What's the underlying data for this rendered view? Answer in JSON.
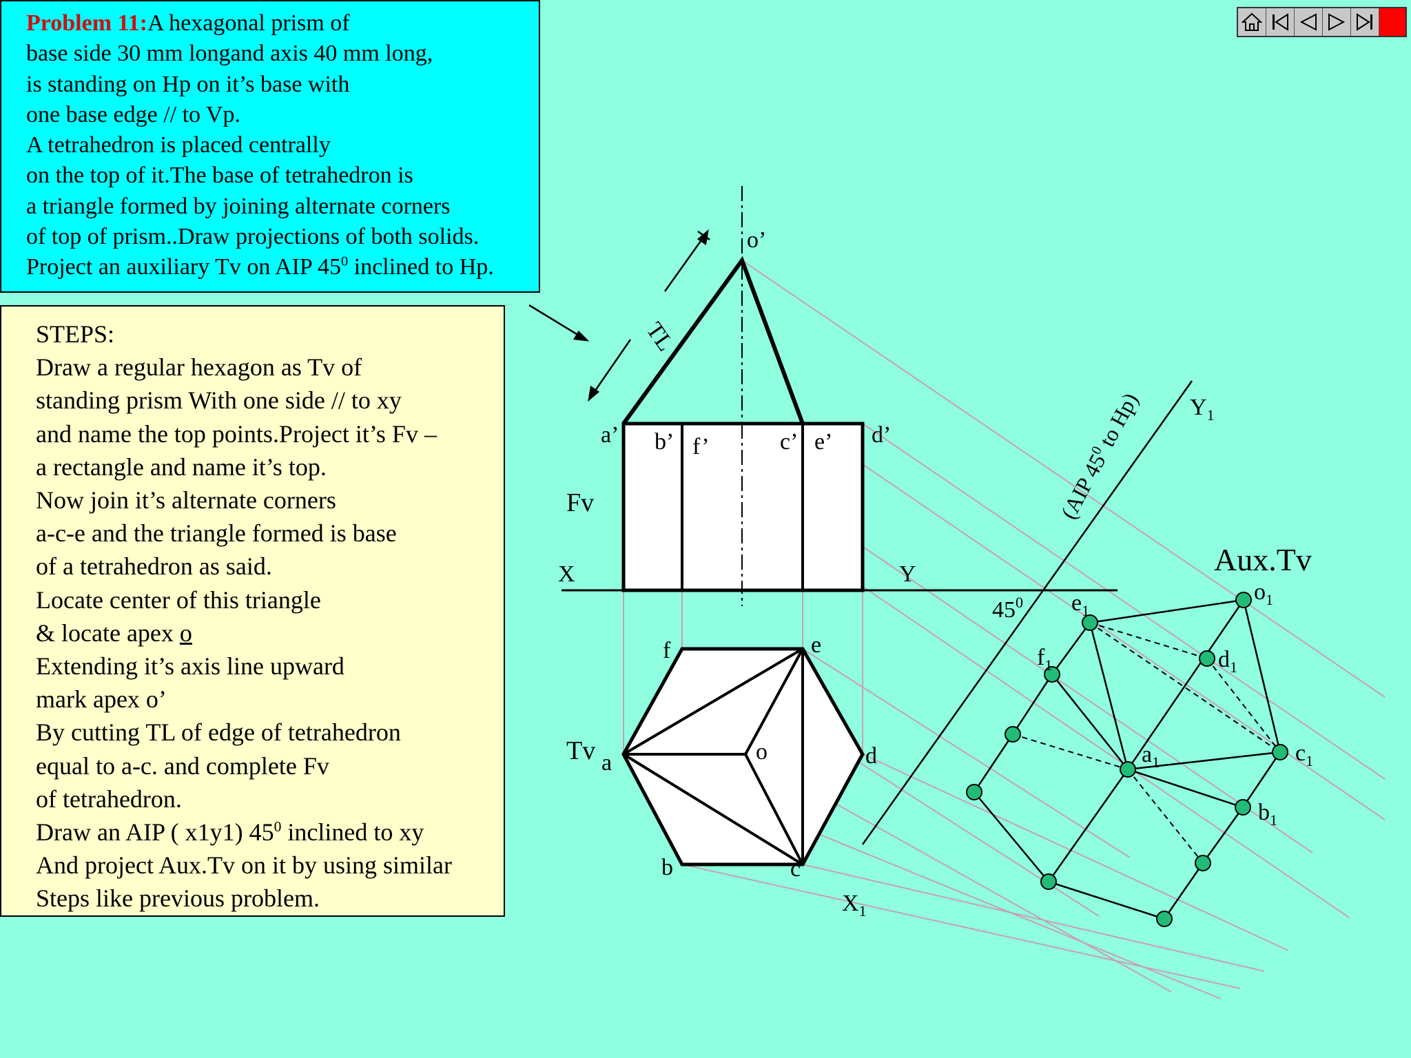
{
  "problem": {
    "title": "Problem 11:",
    "lines": [
      "A hexagonal prism of",
      "base side 30 mm longand axis 40 mm long,",
      "is standing on Hp on it’s base with",
      "one base edge // to Vp.",
      "A tetrahedron is placed centrally",
      "on the top of it.The base of tetrahedron is",
      "a triangle formed by joining alternate corners",
      "of top of prism..Draw projections of both solids."
    ],
    "last_line_prefix": "Project an auxiliary Tv on AIP 45",
    "last_line_sup": "0",
    "last_line_suffix": " inclined to Hp."
  },
  "steps": {
    "lines_a": [
      "STEPS:",
      "Draw a regular hexagon as Tv of",
      "standing prism With one side // to xy",
      "and name the top points.Project it’s Fv –",
      "a rectangle and name it’s top.",
      "Now join it’s alternate corners",
      "a-c-e and the triangle formed is base",
      "of a tetrahedron as said.",
      "Locate center of this triangle"
    ],
    "apex_prefix": "& locate apex ",
    "apex_letter": "o",
    "lines_b": [
      "Extending it’s axis line upward",
      "mark apex o’",
      "By cutting TL of edge of tetrahedron",
      "equal to a-c. and complete Fv",
      "of tetrahedron."
    ],
    "aip_prefix": "Draw an AIP ( x1y1) 45",
    "aip_sup": "0",
    "aip_suffix": " inclined to xy",
    "lines_c": [
      "And project Aux.Tv on it by using similar",
      "Steps like previous problem."
    ]
  },
  "nav": {
    "icons": [
      "home-icon",
      "first-slide-icon",
      "previous-slide-icon",
      "next-slide-icon",
      "last-slide-icon",
      "end-show-icon"
    ]
  },
  "drawing": {
    "labels": {
      "tl": "TL",
      "o_prime": "o’",
      "a_prime": "a’",
      "b_prime": "b’",
      "f_prime": "f’",
      "c_prime": "c’",
      "e_prime": "e’",
      "d_prime": "d’",
      "fv": "Fv",
      "x": "X",
      "y": "Y",
      "tv": "Tv",
      "a": "a",
      "b": "b",
      "c": "c",
      "d": "d",
      "e": "e",
      "f": "f",
      "o": "o",
      "angle": "45",
      "angle_sup": "0",
      "x1": "X",
      "x1_sub": "1",
      "y1": "Y",
      "y1_sub": "1",
      "aip": "(AIP 45",
      "aip_sup": "0",
      "aip_suffix": " to Hp)",
      "aux_tv": "Aux.Tv",
      "o1": "o",
      "o1_sub": "1",
      "e1": "e",
      "e1_sub": "1",
      "f1": "f",
      "f1_sub": "1",
      "d1": "d",
      "d1_sub": "1",
      "a1": "a",
      "a1_sub": "1",
      "c1": "c",
      "c1_sub": "1",
      "b1": "b",
      "b1_sub": "1"
    },
    "colors": {
      "background": "#8fffe0",
      "problem_box": "#00ffff",
      "steps_box": "#ffffcc",
      "title_red": "#cc1111",
      "projector": "#c8a0b4",
      "point_fill": "#22bb77",
      "end_button": "#ff0000"
    }
  }
}
